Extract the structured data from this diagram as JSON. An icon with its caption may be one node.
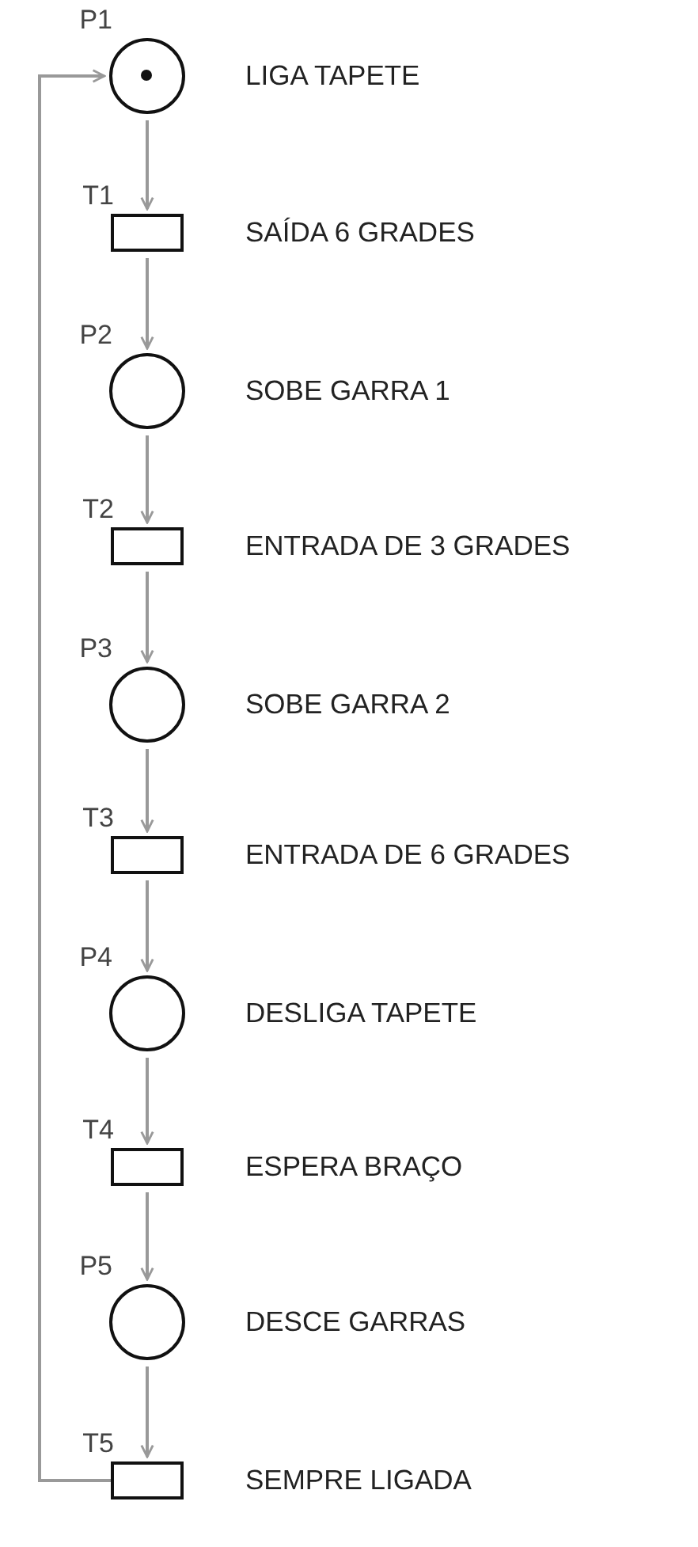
{
  "diagram": {
    "nodes": [
      {
        "text": [],
        "shape": "circle",
        "beside": [
          "P1",
          "LIGA TAPETE"
        ]
      },
      {
        "text": [],
        "shape": "circle",
        "in": 0
      },
      {
        "text": [],
        "shape": "box",
        "beside": [
          "T1",
          "SAÍDA 6 GRADES"
        ]
      },
      {
        "text": [],
        "shape": "circle",
        "beside": [
          "P2",
          "SOBE GARRA 1"
        ]
      },
      {
        "text": [],
        "shape": "box",
        "beside": [
          "T2",
          "ENTRADA DE 3 GRADES"
        ]
      },
      {
        "text": [],
        "shape": "circle",
        "beside": [
          "P3",
          "SOBE GARRA 2"
        ]
      },
      {
        "text": [],
        "shape": "box",
        "beside": [
          "T3",
          "ENTRADA DE 6 GRADES"
        ]
      },
      {
        "text": [],
        "shape": "circle",
        "beside": [
          "P4",
          "DESLIGA TAPETE"
        ]
      },
      {
        "text": [],
        "shape": "box",
        "beside": [
          "T4",
          "ESPERA BRAÇO"
        ]
      },
      {
        "text": [],
        "shape": "circle",
        "beside": [
          "P5",
          "DESCE GARRAS"
        ]
      },
      {
        "text": [],
        "shape": "box",
        "beside": [
          "T5",
          "SEMPRE LIGADA"
        ]
      }
    ],
    "edges": [
      {
        "from": 0,
        "to": 2,
        "arrow": "to"
      },
      {
        "from": 2,
        "to": 3,
        "arrow": "to"
      },
      {
        "from": 3,
        "to": 4,
        "arrow": "to"
      },
      {
        "from": 4,
        "to": 5,
        "arrow": "to"
      },
      {
        "from": 5,
        "to": 6,
        "arrow": "to"
      },
      {
        "from": 6,
        "to": 7,
        "arrow": "to"
      },
      {
        "from": 7,
        "to": 8,
        "arrow": "to"
      },
      {
        "from": 8,
        "to": 9,
        "arrow": "to"
      },
      {
        "from": 9,
        "to": 10,
        "arrow": "to"
      },
      {
        "from": 10,
        "to": 0,
        "arrow": "to"
      }
    ]
  }
}
